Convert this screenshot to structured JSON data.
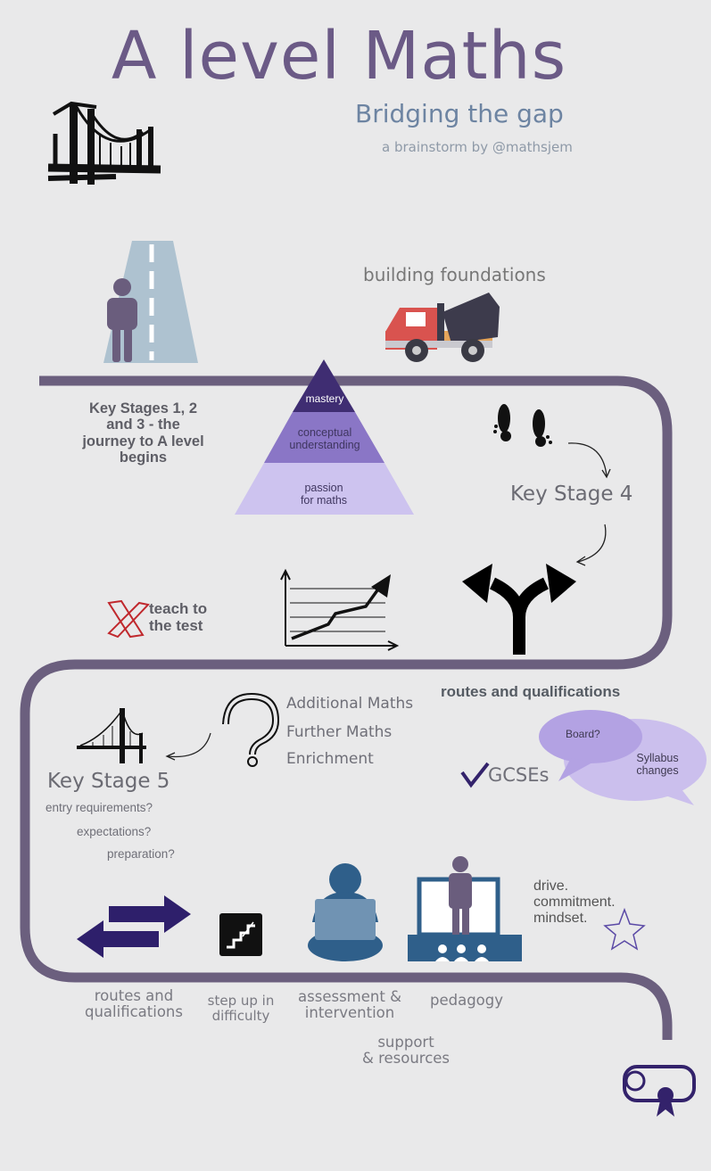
{
  "title": "A level Maths",
  "subtitle": "Bridging the gap",
  "byline": "a brainstorm by @mathsjem",
  "building_foundations": "building foundations",
  "key_stages_123": "Key Stages 1, 2\nand 3 - the\njourney to A level\nbegins",
  "pyramid": {
    "top": "mastery",
    "middle": "conceptual\nunderstanding",
    "bottom": "passion\nfor maths"
  },
  "key_stage_4": "Key Stage 4",
  "teach_to_test": "teach to\nthe test",
  "routes_and_qualifications": "routes and qualifications",
  "options": {
    "additional": "Additional Maths",
    "further": "Further Maths",
    "enrichment": "Enrichment"
  },
  "speech": {
    "board": "Board?",
    "syllabus": "Syllabus\nchanges"
  },
  "gcses": "GCSEs",
  "key_stage_5": "Key Stage 5",
  "questions": {
    "entry": "entry requirements?",
    "expectations": "expectations?",
    "preparation": "preparation?"
  },
  "drive": "drive.\ncommitment.\nmindset.",
  "bottom_labels": {
    "routes": "routes and\nqualifications",
    "step_up": "step up in\ndifficulty",
    "assessment": "assessment &\nintervention",
    "pedagogy": "pedagogy",
    "support": "support\n& resources"
  },
  "colors": {
    "path": "#6b5f7e",
    "title": "#6b5a86",
    "subtitle": "#6d84a2",
    "pyramid_top": "#3f2d72",
    "pyramid_mid": "#8a76c6",
    "pyramid_bottom": "#cdc3ef",
    "blue_figures": "#2f5f8a",
    "arrows": "#33226b"
  },
  "icons": [
    "bridge-icon",
    "road-icon",
    "person-icon",
    "cement-truck-icon",
    "footprints-icon",
    "fork-arrow-icon",
    "line-chart-icon",
    "red-x-icon",
    "question-mark-icon",
    "checkmark-icon",
    "speech-bubble-icon",
    "swap-arrows-icon",
    "stairs-icon",
    "student-laptop-icon",
    "teacher-screen-icon",
    "star-icon",
    "diploma-icon"
  ]
}
